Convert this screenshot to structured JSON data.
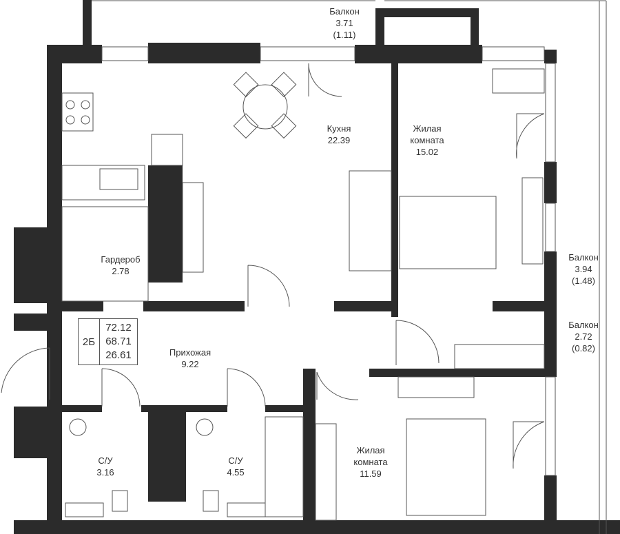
{
  "apartment": {
    "type": "2Б",
    "total_area": "72.12",
    "living_area": "68.71",
    "rooms_area": "26.61"
  },
  "rooms": [
    {
      "name": "Балкон",
      "area": "3.71",
      "reduced": "(1.11)"
    },
    {
      "name": "Кухня",
      "area": "22.39"
    },
    {
      "name": "Жилая комната",
      "area": "15.02"
    },
    {
      "name": "Гардероб",
      "area": "2.78"
    },
    {
      "name": "Балкон",
      "area": "3.94",
      "reduced": "(1.48)"
    },
    {
      "name": "Балкон",
      "area": "2.72",
      "reduced": "(0.82)"
    },
    {
      "name": "Прихожая",
      "area": "9.22"
    },
    {
      "name": "С/У",
      "area": "3.16"
    },
    {
      "name": "С/У",
      "area": "4.55"
    },
    {
      "name": "Жилая комната",
      "area": "11.59"
    }
  ],
  "colors": {
    "wall": "#2b2b2b",
    "line": "#555555"
  }
}
